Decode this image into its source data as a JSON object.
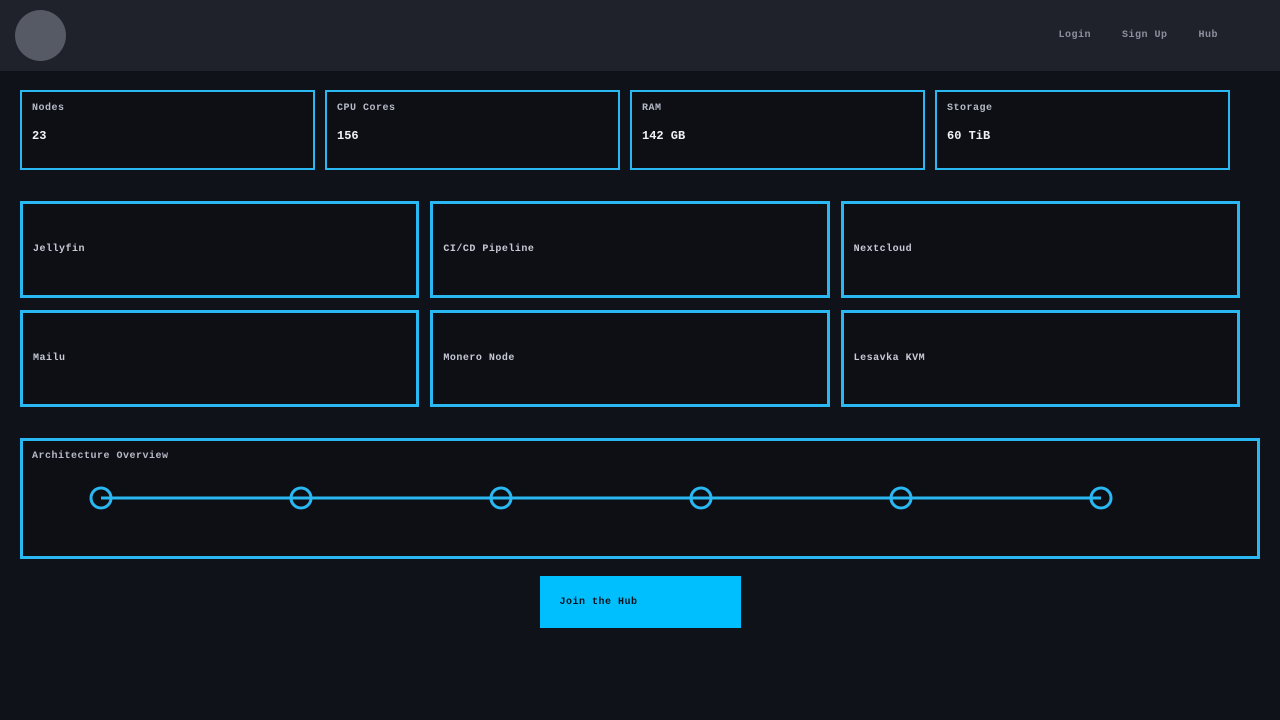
{
  "nav": {
    "links": [
      {
        "label": "Login"
      },
      {
        "label": "Sign Up"
      },
      {
        "label": "Hub"
      }
    ]
  },
  "stats": [
    {
      "label": "Nodes",
      "value": "23"
    },
    {
      "label": "CPU Cores",
      "value": "156"
    },
    {
      "label": "RAM",
      "value": "142 GB"
    },
    {
      "label": "Storage",
      "value": "60 TiB"
    }
  ],
  "services": [
    {
      "name": "Jellyfin"
    },
    {
      "name": "CI/CD Pipeline"
    },
    {
      "name": "Nextcloud"
    },
    {
      "name": "Mailu"
    },
    {
      "name": "Monero Node"
    },
    {
      "name": "Lesavka KVM"
    }
  ],
  "architecture": {
    "title": "Architecture Overview",
    "node_count": 6
  },
  "cta": {
    "label": "Join the Hub"
  },
  "colors": {
    "accent": "#29b8f2",
    "button_bg": "#00bfff",
    "nav_bg": "#1f222b",
    "page_bg": "#10121a",
    "card_bg": "#0d0f15"
  }
}
